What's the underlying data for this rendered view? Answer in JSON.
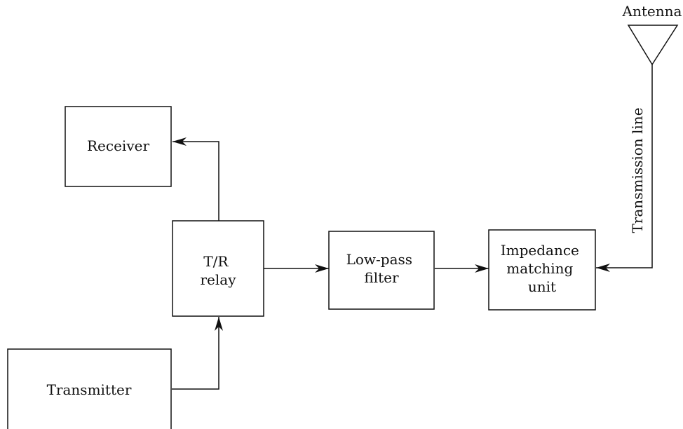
{
  "blocks": {
    "receiver": "Receiver",
    "tr_relay": [
      "T/R",
      "relay"
    ],
    "low_pass_filter": [
      "Low-pass",
      "filter"
    ],
    "impedance_matching_unit": [
      "Impedance",
      "matching",
      "unit"
    ],
    "transmitter": "Transmitter"
  },
  "antenna_label": "Antenna",
  "transmission_line_label": "Transmission line"
}
